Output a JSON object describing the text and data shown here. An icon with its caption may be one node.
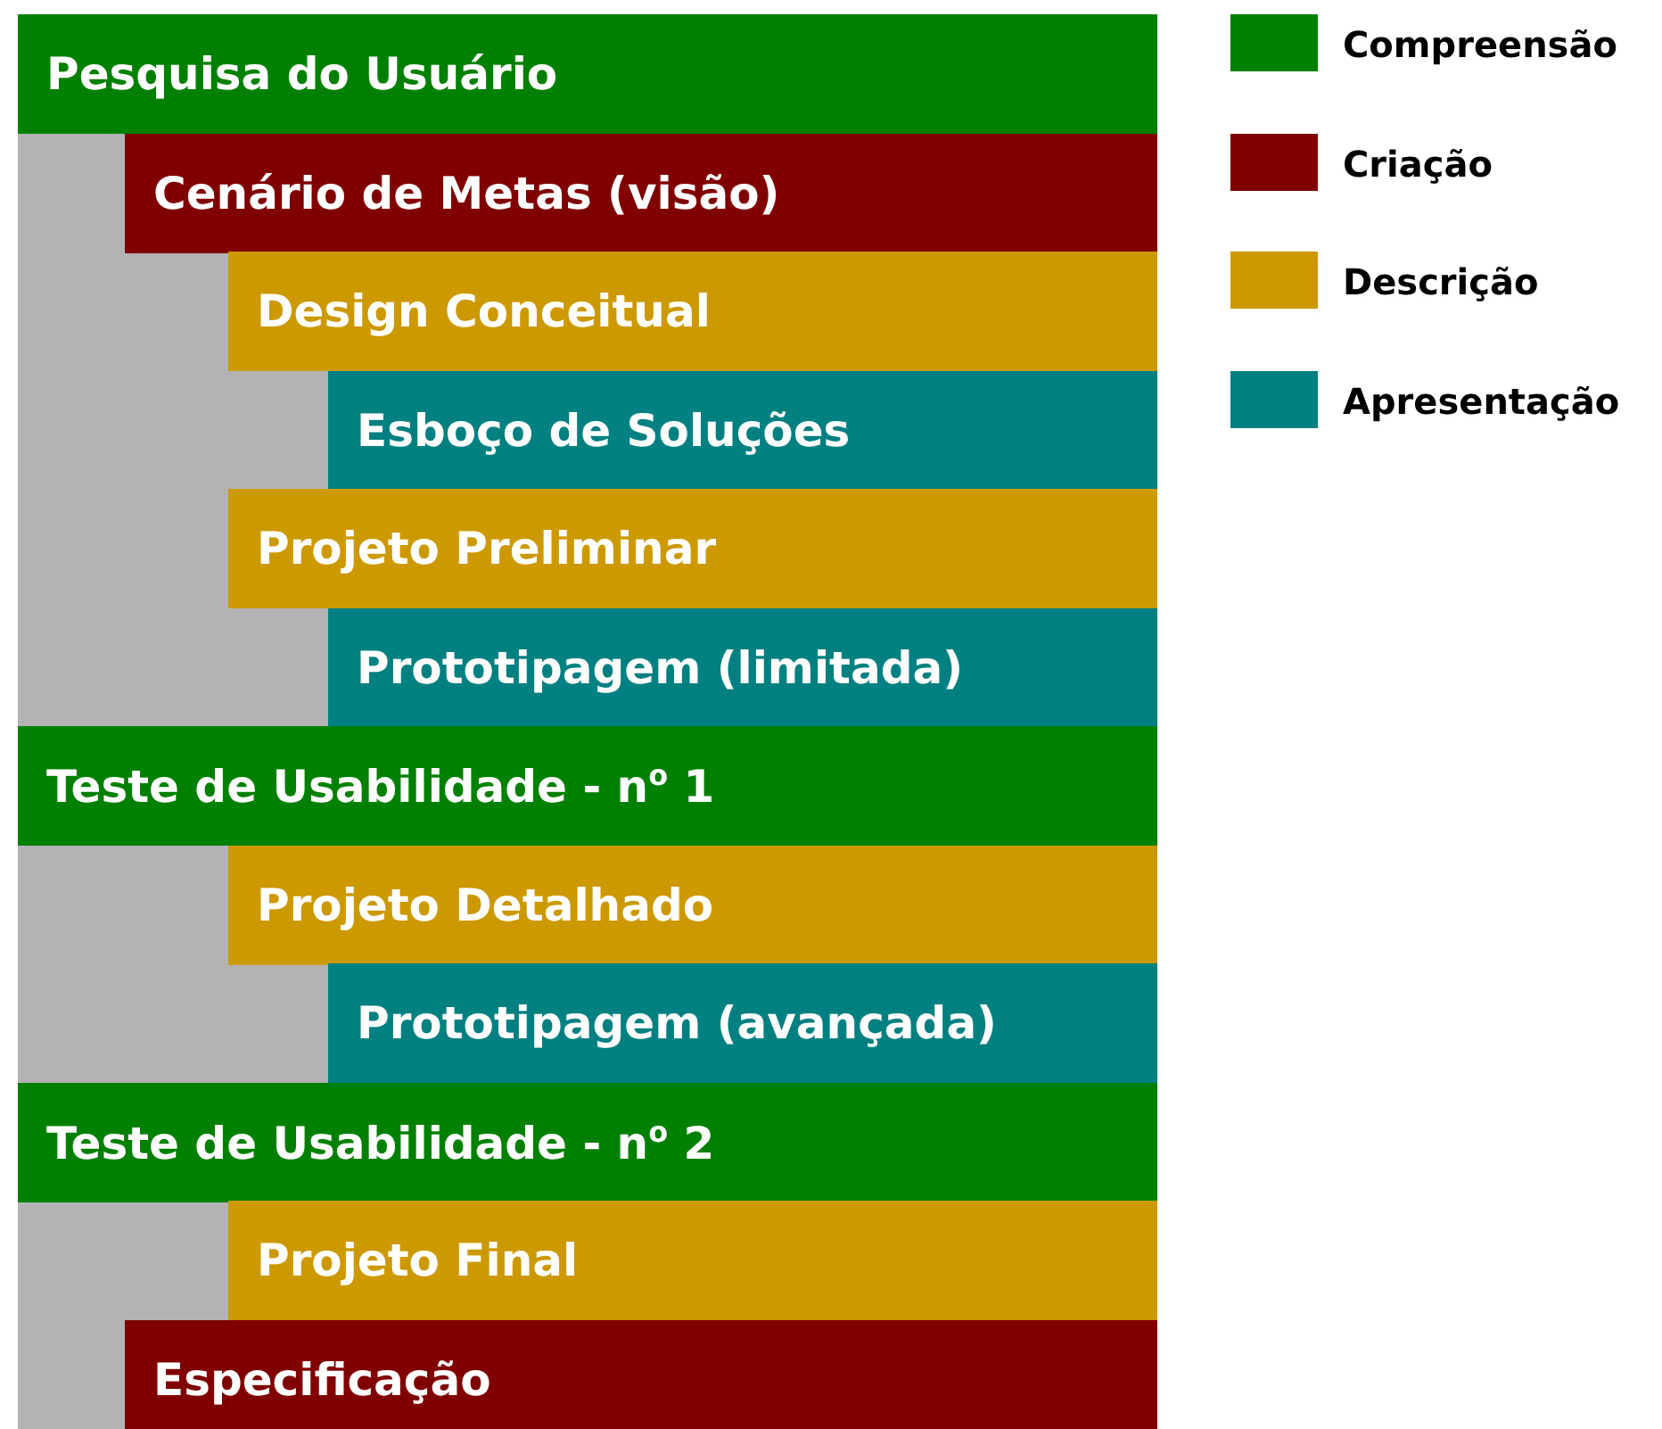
{
  "diagram": {
    "nodes": [
      {
        "text": [
          "Pesquisa do Usuário"
        ]
      },
      {
        "text": [
          "Cenário de Metas (visão)"
        ]
      },
      {
        "text": [
          "Design Conceitual"
        ]
      },
      {
        "text": [
          "Esboço de Soluções"
        ]
      },
      {
        "text": [
          "Projeto Preliminar"
        ]
      },
      {
        "text": [
          "Prototipagem (limitada)"
        ]
      },
      {
        "text": [
          "Teste de Usabilidade - n$^{o}$ 1"
        ]
      },
      {
        "text": [
          "Projeto Detalhado"
        ]
      },
      {
        "text": [
          "Prototipagem (avançada)"
        ]
      },
      {
        "text": [
          "Teste de Usabilidade - n$^{o}$ 2"
        ]
      },
      {
        "text": [
          "Projeto Final"
        ]
      },
      {
        "text": [
          "Especificação"
        ]
      }
    ],
    "legend": [
      {
        "text": "Compreensão",
        "color": "#008000"
      },
      {
        "text": "Criação",
        "color": "#800000"
      },
      {
        "text": "Descrição",
        "color": "#cc9900"
      },
      {
        "text": "Apresentação",
        "color": "#008080"
      }
    ]
  }
}
